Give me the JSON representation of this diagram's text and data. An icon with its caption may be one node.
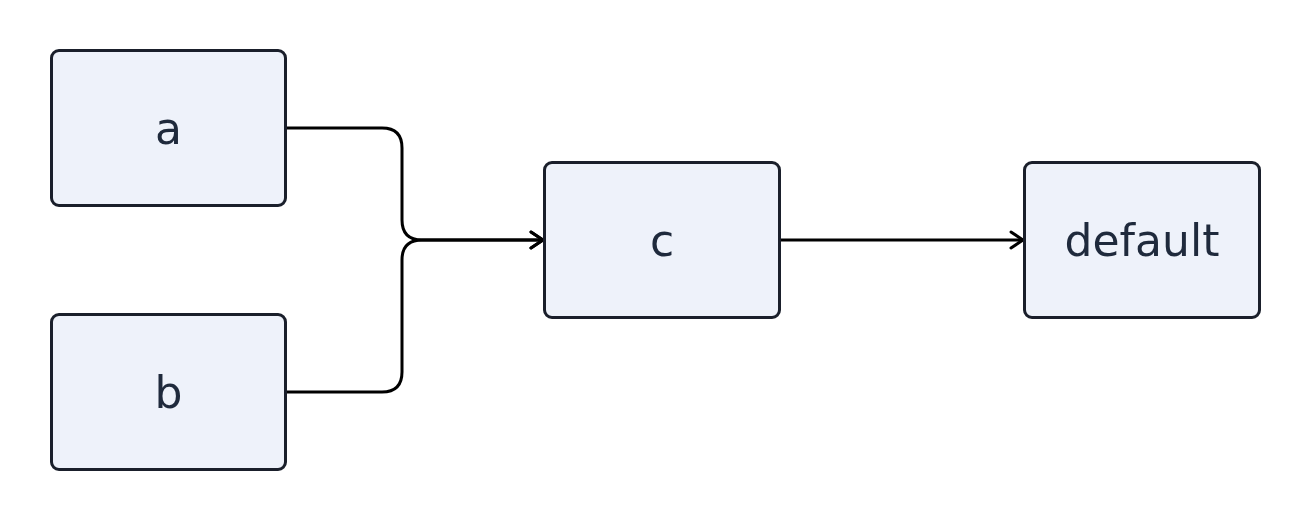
{
  "diagram": {
    "nodes": [
      {
        "text": [
          "a"
        ]
      },
      {
        "text": [
          "b"
        ]
      },
      {
        "text": [
          "c"
        ]
      },
      {
        "text": [
          "default"
        ]
      }
    ],
    "edges": [
      {
        "from": 0,
        "to": 2,
        "arrow": "to"
      },
      {
        "from": 1,
        "to": 2,
        "arrow": "to"
      },
      {
        "from": 2,
        "to": 3,
        "arrow": "to"
      }
    ]
  }
}
